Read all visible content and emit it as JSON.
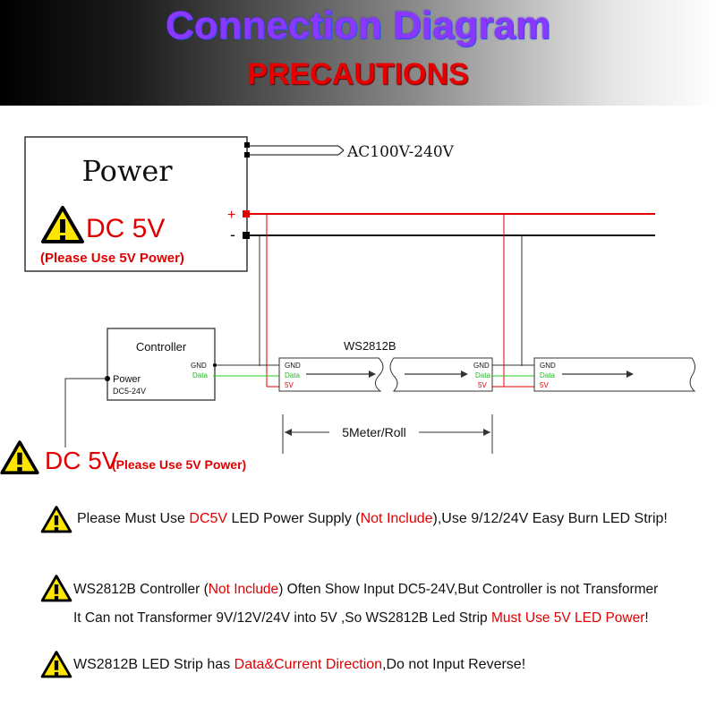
{
  "header": {
    "title": "Connection Diagram",
    "subtitle": "PRECAUTIONS"
  },
  "power_box": {
    "title": "Power",
    "voltage": "DC 5V",
    "note": "(Please Use 5V Power)",
    "ac_label": "AC100V-240V",
    "plus": "+",
    "minus": "-"
  },
  "controller": {
    "title": "Controller",
    "gnd": "GND",
    "data": "Data",
    "power_label": "Power",
    "power_range": "DC5-24V"
  },
  "strip": {
    "name": "WS2812B",
    "gnd": "GND",
    "data": "Data",
    "v5": "5V",
    "length": "5Meter/Roll"
  },
  "bottom_warning": {
    "voltage": "DC 5V",
    "note": "(Please Use 5V Power)"
  },
  "notes": [
    {
      "parts": [
        "Please Must Use ",
        "DC5V",
        " LED Power Supply (",
        "Not Include",
        "),Use 9/12/24V Easy Burn LED Strip!"
      ]
    },
    {
      "parts": [
        "WS2812B Controller (",
        "Not Include",
        ") Often Show Input DC5-24V,But Controller is not Transformer"
      ]
    },
    {
      "parts": [
        "It Can not Transformer 9V/12V/24V into 5V ,So WS2812B Led Strip ",
        "Must Use 5V LED Power",
        "!"
      ]
    },
    {
      "parts": [
        "WS2812B LED Strip has ",
        "Data&Current Direction",
        ",Do not Input Reverse!"
      ]
    }
  ],
  "colors": {
    "red": "#e00000",
    "green": "#22cc22",
    "warning_yellow": "#ffe600",
    "title_purple": "#8a38ff"
  }
}
